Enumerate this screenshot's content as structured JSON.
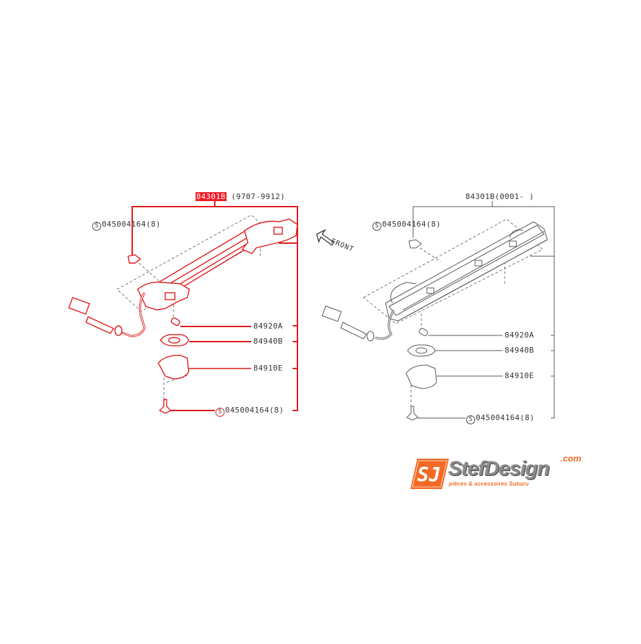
{
  "diagram": {
    "left_variant": {
      "assembly_part": "84301B",
      "assembly_period": "(9707-9912)",
      "assembly_highlighted": true,
      "highlight_color": "#ee1c25",
      "screw_top_symbol": "S",
      "screw_top": "045004164(8)",
      "callouts": [
        {
          "part": "84920A"
        },
        {
          "part": "84940B"
        },
        {
          "part": "84910E"
        }
      ],
      "screw_bottom_symbol": "S",
      "screw_bottom": "045004164(8)"
    },
    "right_variant": {
      "assembly_part": "84301B",
      "assembly_period": "(0001-    )",
      "screw_top_symbol": "S",
      "screw_top": "045004164(8)",
      "callouts": [
        {
          "part": "84920A"
        },
        {
          "part": "84940B"
        },
        {
          "part": "84910E"
        }
      ],
      "screw_bottom_symbol": "S",
      "screw_bottom": "045004164(8)"
    },
    "direction_label": "FRONT",
    "line_color_highlight": "#e01818",
    "line_color_normal": "#555555"
  },
  "logo": {
    "mark": "SJ",
    "brand": "StefDesign",
    "tld": ".com",
    "tagline": "pièces & accessoires Subaru",
    "accent_color": "#f26a25"
  }
}
